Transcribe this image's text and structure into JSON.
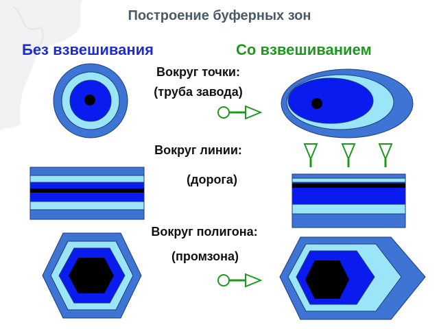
{
  "title": "Построение буферных зон",
  "headers": {
    "left": "Без взвешивания",
    "right": "Со взвешиванием"
  },
  "sections": {
    "point": {
      "label": "Вокруг точки:",
      "sublabel": "(труба завода)"
    },
    "line": {
      "label": "Вокруг линии:",
      "sublabel": "(дорога)"
    },
    "polygon": {
      "label": "Вокруг полигона:",
      "sublabel": "(промзона)"
    }
  },
  "colors": {
    "outer_buffer": "#3e74d4",
    "middle_buffer": "#9ae6f8",
    "inner_buffer": "#0a1bef",
    "object": "#000000",
    "arrow": "#1a9a1a",
    "title": "#4a5a6a",
    "left_header": "#1c2bd6",
    "right_header": "#1a9a1a"
  },
  "icons": [
    "wind-arrow-icon",
    "triangle-arrow-down-icon"
  ]
}
